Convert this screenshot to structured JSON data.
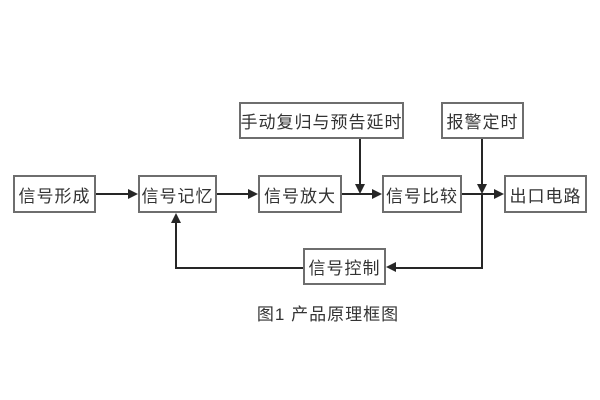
{
  "diagram": {
    "caption": "图1 产品原理框图",
    "nodes": [
      {
        "id": "signal-formation",
        "label": "信号形成"
      },
      {
        "id": "signal-memory",
        "label": "信号记忆"
      },
      {
        "id": "signal-amplification",
        "label": "信号放大"
      },
      {
        "id": "signal-comparison",
        "label": "信号比较"
      },
      {
        "id": "output-circuit",
        "label": "出口电路"
      },
      {
        "id": "manual-reset-delay",
        "label": "手动复归与预告延时"
      },
      {
        "id": "alarm-timing",
        "label": "报警定时"
      },
      {
        "id": "signal-control",
        "label": "信号控制"
      }
    ],
    "edges": [
      {
        "from": "signal-formation",
        "to": "signal-memory",
        "type": "arrow"
      },
      {
        "from": "signal-memory",
        "to": "signal-amplification",
        "type": "arrow"
      },
      {
        "from": "signal-amplification",
        "to": "signal-comparison",
        "type": "arrow"
      },
      {
        "from": "signal-comparison",
        "to": "output-circuit",
        "type": "arrow"
      },
      {
        "from": "manual-reset-delay",
        "to": "link-amplification-comparison",
        "type": "arrow-down"
      },
      {
        "from": "alarm-timing",
        "to": "link-comparison-output",
        "type": "arrow-down"
      },
      {
        "from": "link-comparison-output",
        "to": "signal-control",
        "type": "arrow-left"
      },
      {
        "from": "signal-control",
        "to": "signal-memory",
        "type": "arrow-up"
      }
    ],
    "colors": {
      "background": "#ffffff",
      "box_border": "#6e6e6e",
      "line": "#262626",
      "text": "#333333"
    }
  }
}
